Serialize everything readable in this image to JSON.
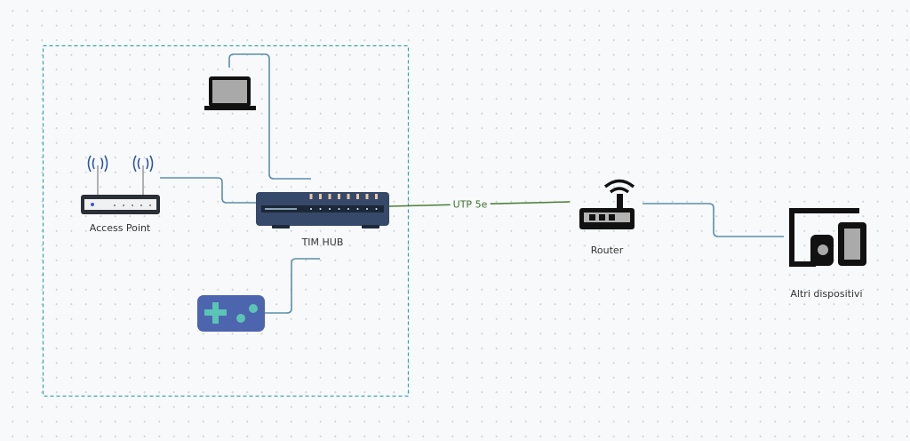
{
  "diagram": {
    "group": {
      "name": "home-network-zone",
      "border_color": "#3aa5a5"
    },
    "nodes": {
      "laptop": {
        "label": ""
      },
      "access_point": {
        "label": "Access Point"
      },
      "hub": {
        "label": "TIM HUB"
      },
      "game_controller": {
        "label": ""
      },
      "router": {
        "label": "Router"
      },
      "other_devices": {
        "label": "Altri dispositivi"
      }
    },
    "edges": {
      "hub_router": {
        "label": "UTP 5e",
        "color": "#4a7f36"
      },
      "default_color": "#5a8fa8"
    }
  }
}
